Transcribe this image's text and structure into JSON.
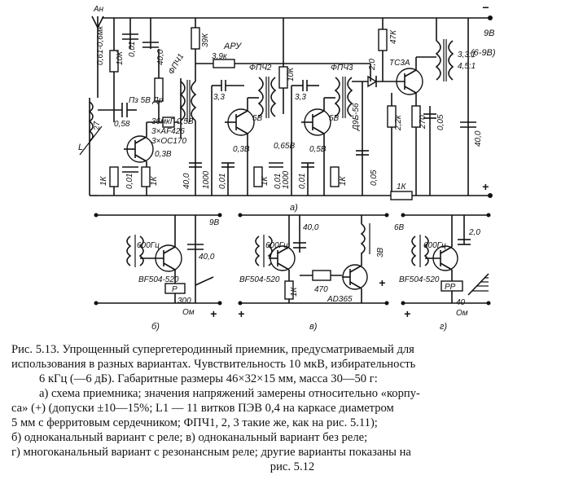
{
  "figure": {
    "antenna": "Ан",
    "supply_9v": "9В",
    "supply_range": "(6-9В)",
    "agc": "АРУ",
    "main_labels": {
      "c_061": "0,61-0,6мк",
      "r_10k_a": "10К",
      "c_001_top": "0,01",
      "c_40_top": "40,0",
      "r_39k": "39К",
      "fpch1": "ФПЧ1",
      "r_39k_h": "3,9к",
      "fpch2": "ФПЧ2",
      "r_10k_b": "10К",
      "fpch3": "ФПЧ3",
      "c_20": "2,0",
      "r_47k": "47К",
      "ts3a": "ТС3А",
      "ratio1": "3,3:1",
      "ratio2": "4,5:1",
      "c_27": "27",
      "l": "L",
      "ps": "Пз 5В Др",
      "c_058": "0,58",
      "c_36": "36мкГ 0,5В",
      "af426": "3×AF426",
      "oc170": "3×OC170",
      "v_03": "0,3В",
      "c_33_a": "3,3",
      "v_5b_a": "5В",
      "c_33_b": "3,3",
      "v_5b_b": "5В",
      "d_556": "Д9Б-56",
      "r_22k": "2,2к",
      "r_270": "270",
      "c_005": "0,05",
      "c_40_right": "40,0",
      "r_1k_a": "1К",
      "c_001_a": "0,01",
      "r_1k_b": "1К",
      "c_400": "40,0",
      "c_1000_a": "1000",
      "c_001_b": "0,01",
      "v_03b": "0,3В",
      "r_1k_c": "1К",
      "v_065": "0,65В",
      "c_001_c": "0,01",
      "c_1000_b": "1000",
      "c_001_d": "0,01",
      "v_05": "0,5В",
      "r_1k_d": "1К",
      "c_005_b": "0,05",
      "r_1k_bottom": "1К",
      "part_a": "а)"
    },
    "variant_b": {
      "freq": "600Гц",
      "transistor": "BF504-520",
      "supply": "9В",
      "cap": "40,0",
      "relay": "Р",
      "ohm_val": "300",
      "ohm_unit": "Ом",
      "part": "б)"
    },
    "variant_v": {
      "freq": "600Гц",
      "transistor": "BF504-520",
      "cap": "40,0",
      "r_470": "470",
      "r_1k": "1К",
      "power_transistor": "AD365",
      "load": "3В",
      "part": "в)"
    },
    "variant_g": {
      "supply": "6В",
      "freq": "600Гц",
      "transistor": "BF504-520",
      "cap": "2,0",
      "relay": "РР",
      "ohm_val": "40",
      "ohm_unit": "Ом",
      "part": "г)"
    },
    "plus_sign": "+",
    "minus_sign": "−"
  },
  "caption": {
    "line1": "Рис. 5.13. Упрощенный супергетеродинный приемник, предусматриваемый для",
    "line2": "использования в разных вариантах. Чувствительность 10 мкВ, избирательность",
    "line3": "6 кГц (—6 дБ). Габаритные размеры 46×32×15 мм, масса 30—50 г:",
    "line4": "а) схема приемника; значения напряжений замерены относительно «корпу-",
    "line5": "са» (+) (допуски ±10—15%; L1 — 11 витков ПЭВ 0,4 на каркасе диаметром",
    "line6": "5 мм с ферритовым сердечником; ФПЧ1, 2, 3 такие же, как на рис. 5.11);",
    "line7": "б) одноканальный вариант с реле; в) одноканальный вариант без реле;",
    "line8": "г) многоканальный вариант с резонансным реле; другие варианты показаны на",
    "line9": "рис. 5.12"
  }
}
